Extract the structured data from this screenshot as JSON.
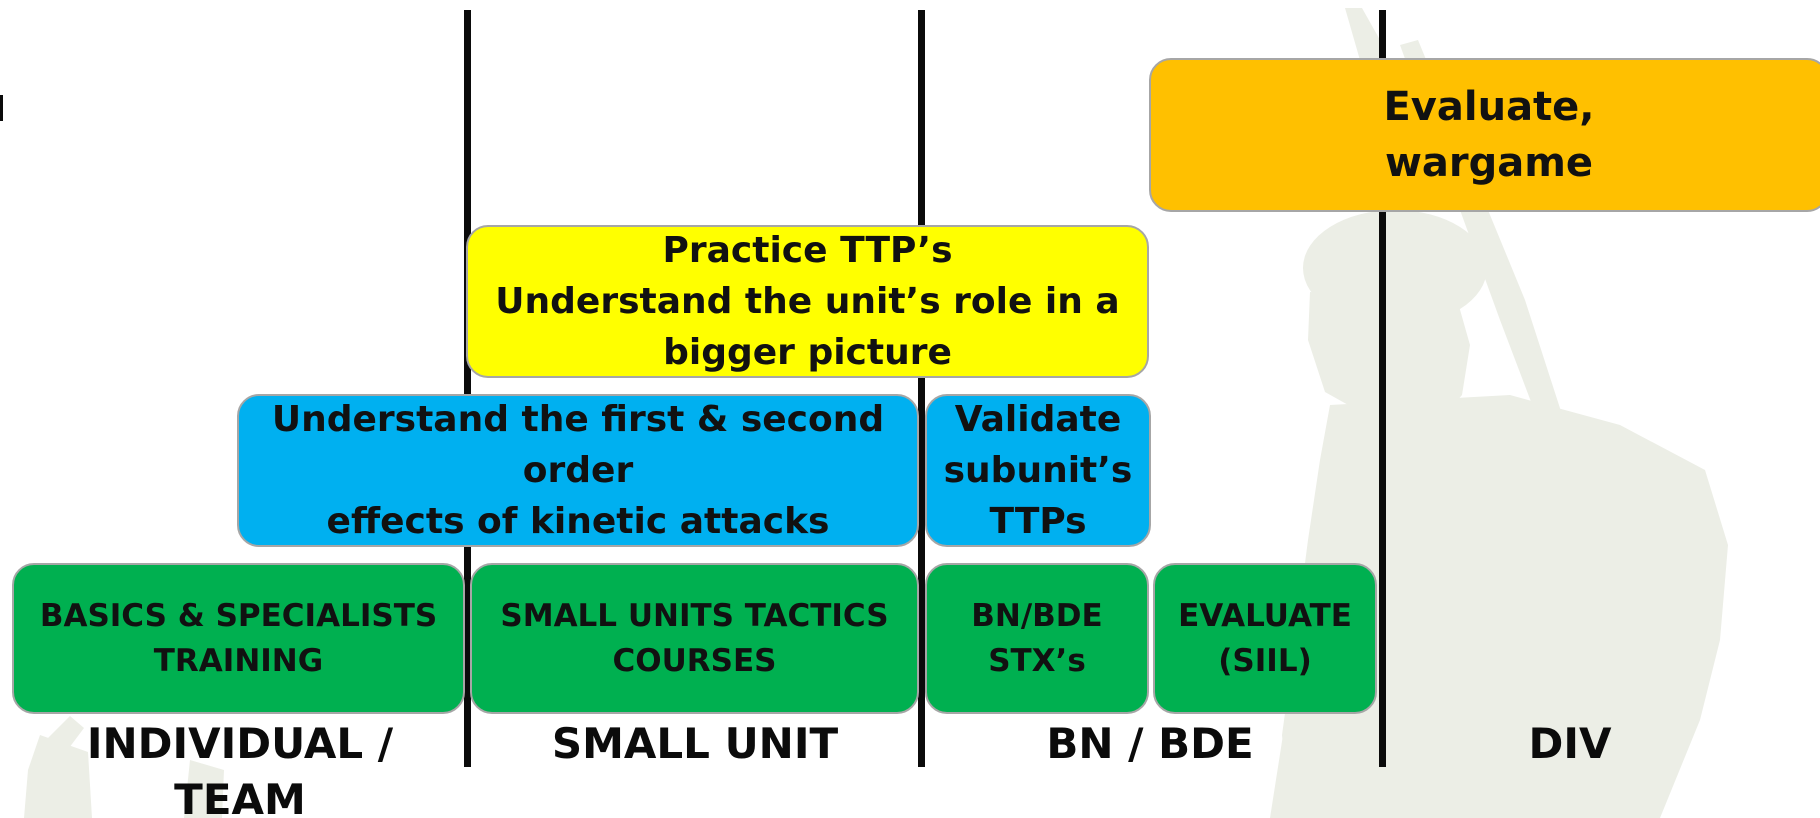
{
  "columns": [
    {
      "label": "INDIVIDUAL /\nTEAM"
    },
    {
      "label": "SMALL UNIT"
    },
    {
      "label": "BN / BDE"
    },
    {
      "label": "DIV"
    }
  ],
  "boxes": {
    "evaluate_wargame": "Evaluate,\nwargame",
    "practice_ttps": "Practice TTP’s\nUnderstand the unit’s role in a\nbigger picture",
    "kinetic_effects": "Understand the first & second order\neffects of kinetic attacks",
    "validate_subunit": "Validate\nsubunit’s\nTTPs",
    "basics_training": "BASICS & SPECIALISTS\nTRAINING",
    "small_units_courses": "SMALL UNITS TACTICS\nCOURSES",
    "bn_bde_stx": "BN/BDE\nSTX’s",
    "evaluate_siil": "EVALUATE\n(SIIL)"
  },
  "colors": {
    "orange": "#ffc000",
    "yellow": "#ffff00",
    "blue": "#00b0f0",
    "green": "#00b050",
    "watermark": "#eceee6",
    "divider": "#0b0b0b"
  },
  "background_image": "soldier-silhouette-watermark"
}
